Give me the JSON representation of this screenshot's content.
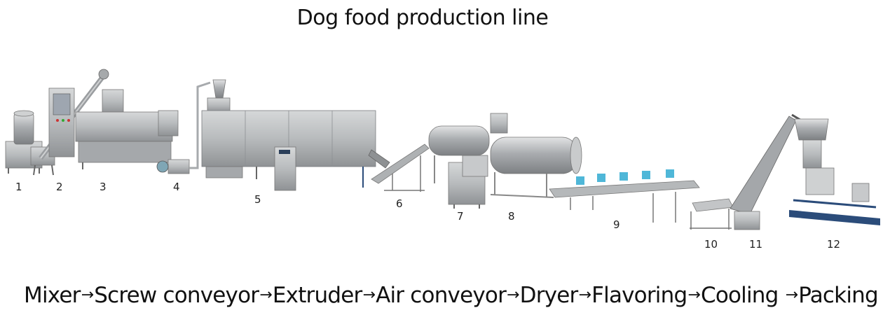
{
  "title": "Dog food production line",
  "machines": [
    {
      "number": "1",
      "icon": "mixer-icon"
    },
    {
      "number": "2",
      "icon": "screw-conveyor-icon"
    },
    {
      "number": "3",
      "icon": "extruder-icon"
    },
    {
      "number": "4",
      "icon": "air-conveyor-icon"
    },
    {
      "number": "5",
      "icon": "dryer-icon"
    },
    {
      "number": "6",
      "icon": "hoist-conveyor-icon"
    },
    {
      "number": "7",
      "icon": "seasoning-machine-icon"
    },
    {
      "number": "8",
      "icon": "flavoring-drum-icon"
    },
    {
      "number": "9",
      "icon": "cooling-conveyor-icon"
    },
    {
      "number": "10",
      "icon": "vibrating-screen-icon"
    },
    {
      "number": "11",
      "icon": "bucket-elevator-icon"
    },
    {
      "number": "12",
      "icon": "packing-machine-icon"
    }
  ],
  "flow": {
    "arrow": "→",
    "steps": [
      "Mixer",
      "Screw conveyor",
      "Extruder",
      "Air conveyor",
      "Dryer",
      "Flavoring",
      "Cooling ",
      "Packing"
    ]
  },
  "colors": {
    "steel": "#b9bcbe",
    "steel_dark": "#8e9193",
    "accent_blue": "#4fb7d8",
    "dark_blue": "#2b4c7a"
  }
}
